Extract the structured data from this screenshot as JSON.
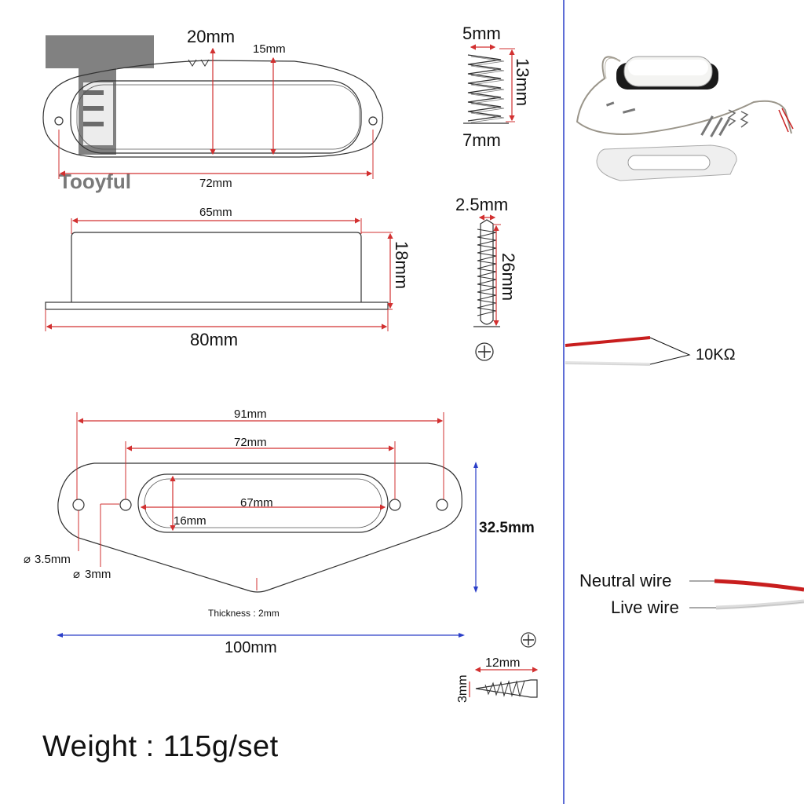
{
  "brand": {
    "name": "Tooyful"
  },
  "pickup_top": {
    "width": "20mm",
    "inner_width": "15mm",
    "hole_spacing": "72mm"
  },
  "pickup_side": {
    "cover_length": "65mm",
    "height": "18mm",
    "base_length": "80mm"
  },
  "spring": {
    "width": "5mm",
    "height": "13mm",
    "length": "7mm"
  },
  "screw_long": {
    "head": "2.5mm",
    "length": "26mm"
  },
  "plate": {
    "outer_spacing": "91mm",
    "inner_spacing": "72mm",
    "slot_length": "67mm",
    "slot_width": "16mm",
    "height": "32.5mm",
    "outer_hole": "3.5mm",
    "inner_hole": "3mm",
    "thickness": "Thickness : 2mm",
    "length": "100mm"
  },
  "screw_short": {
    "length": "12mm",
    "diameter": "3mm"
  },
  "weight": "Weight : 115g/set",
  "wires": {
    "resistance": "10KΩ",
    "neutral_label": "Neutral wire",
    "live_label": "Live wire"
  },
  "colors": {
    "dimension_line": "#d23030",
    "blue_line": "#2a3ec8",
    "neutral_wire": "#c81e1e",
    "outline": "#333333"
  }
}
